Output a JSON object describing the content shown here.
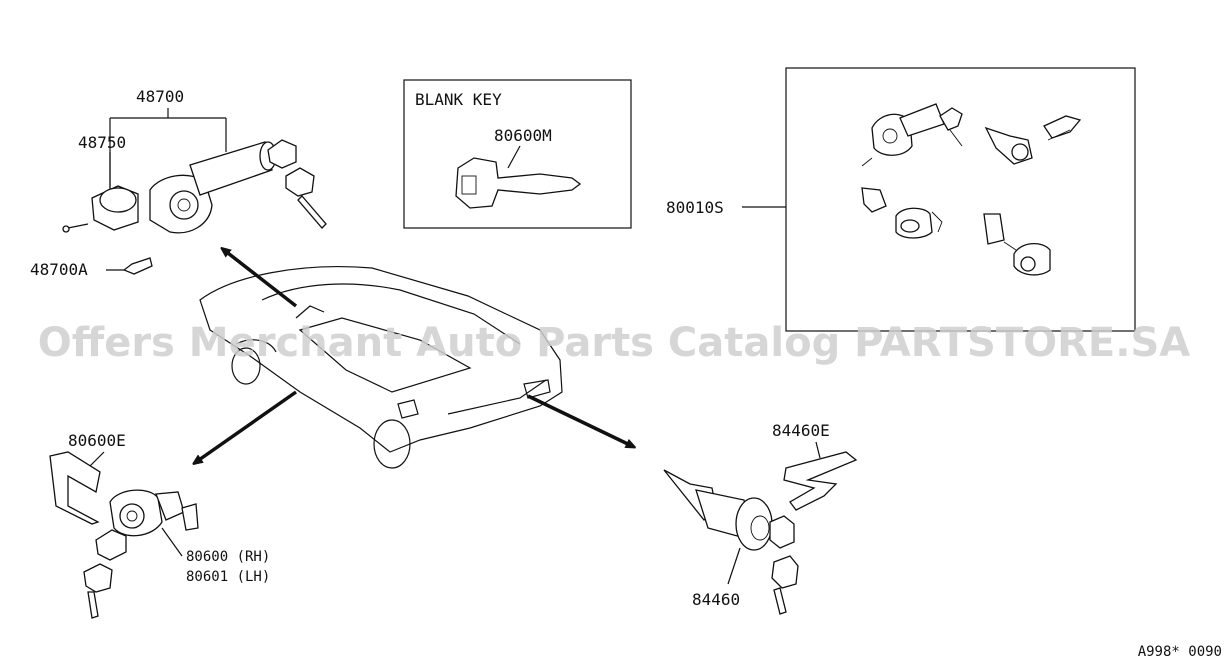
{
  "labels": {
    "p48700": "48700",
    "p48750": "48750",
    "p48700A": "48700A",
    "blank_key_title": "BLANK KEY",
    "p80600M": "80600M",
    "p80010S": "80010S",
    "p80600E": "80600E",
    "p80600": "80600 (RH)",
    "p80601": "80601 (LH)",
    "p84460E": "84460E",
    "p84460": "84460"
  },
  "watermark": "Offers Merchant Auto Parts Catalog PARTSTORE.SA",
  "reference_code": "A998* 0090"
}
